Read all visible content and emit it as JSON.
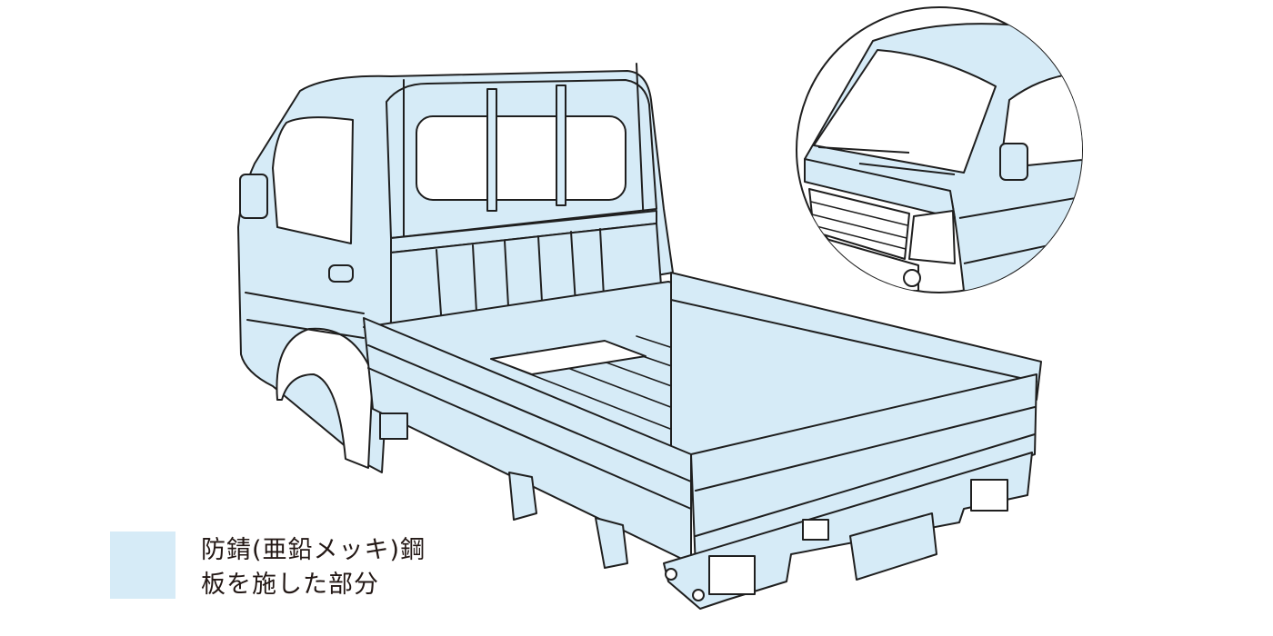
{
  "colors": {
    "coating": "#d6ebf7",
    "outline": "#1f1f1f",
    "background": "#ffffff"
  },
  "legend": {
    "line1": "防錆(亜鉛メッキ)鋼",
    "line2": "板を施した部分"
  },
  "illustration": {
    "main": "kei-truck-rear-3-4-view",
    "inset": "cab-front-closeup-circle"
  }
}
